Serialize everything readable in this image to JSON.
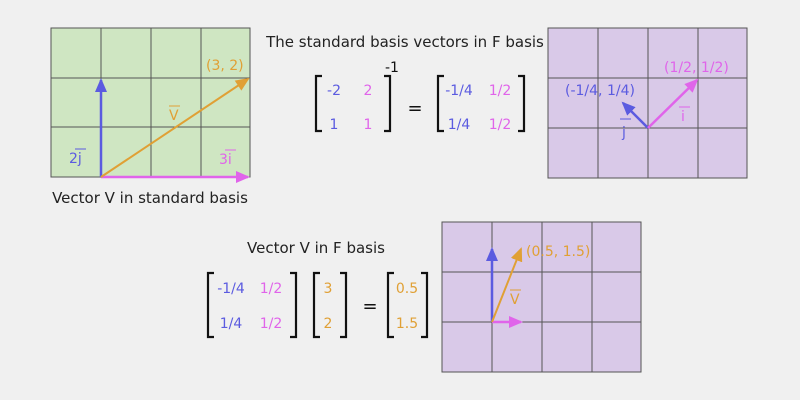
{
  "colors": {
    "blue": "#5b5be0",
    "magenta": "#e064ea",
    "orange": "#e0a035",
    "green_bg": "#cfe6c2",
    "purple_bg": "#d9c9e8"
  },
  "panel_standard": {
    "caption": "Vector V in standard basis",
    "v_label": "V",
    "v_coords": "(3, 2)",
    "j_label": "2j",
    "i_label": "3i",
    "vector": [
      3,
      2
    ]
  },
  "inverse_equation": {
    "title": "The standard basis vectors in F basis",
    "matrix": [
      [
        "-2",
        "2"
      ],
      [
        "1",
        "1"
      ]
    ],
    "exponent": "-1",
    "equals": "=",
    "result": [
      [
        "-1/4",
        "1/2"
      ],
      [
        "1/4",
        "1/2"
      ]
    ]
  },
  "panel_f_basis_vectors": {
    "j_label": "j",
    "j_coords": "(-1/4, 1/4)",
    "i_label": "i",
    "i_coords": "(1/2, 1/2)"
  },
  "f_equation": {
    "title": "Vector V in F basis",
    "matrix": [
      [
        "-1/4",
        "1/2"
      ],
      [
        "1/4",
        "1/2"
      ]
    ],
    "vector": [
      "3",
      "2"
    ],
    "equals": "=",
    "result": [
      "0.5",
      "1.5"
    ]
  },
  "panel_f": {
    "v_label": "V",
    "v_coords": "(0.5, 1.5)"
  }
}
